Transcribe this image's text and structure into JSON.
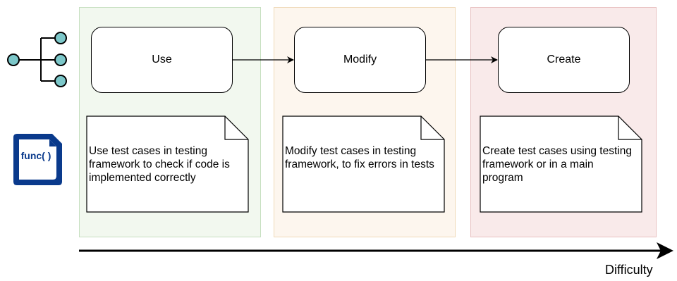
{
  "stages": [
    {
      "label": "Use"
    },
    {
      "label": "Modify"
    },
    {
      "label": "Create"
    }
  ],
  "notes": [
    {
      "text": "Use test cases in testing framework to check if code is implemented correctly"
    },
    {
      "text": "Modify test cases in testing framework, to fix errors in tests"
    },
    {
      "text": "Create test cases using testing framework or in a main program"
    }
  ],
  "icons": {
    "hierarchy": "tree-structure-icon",
    "function": "function-icon",
    "function_label": "func( )"
  },
  "axis": {
    "label": "Difficulty"
  },
  "colors": {
    "use_panel": "#f2f8ef",
    "modify_panel": "#fdf6ee",
    "create_panel": "#f9eaea",
    "node_fill": "#7cc7c9",
    "function_icon": "#0a3a8c"
  }
}
